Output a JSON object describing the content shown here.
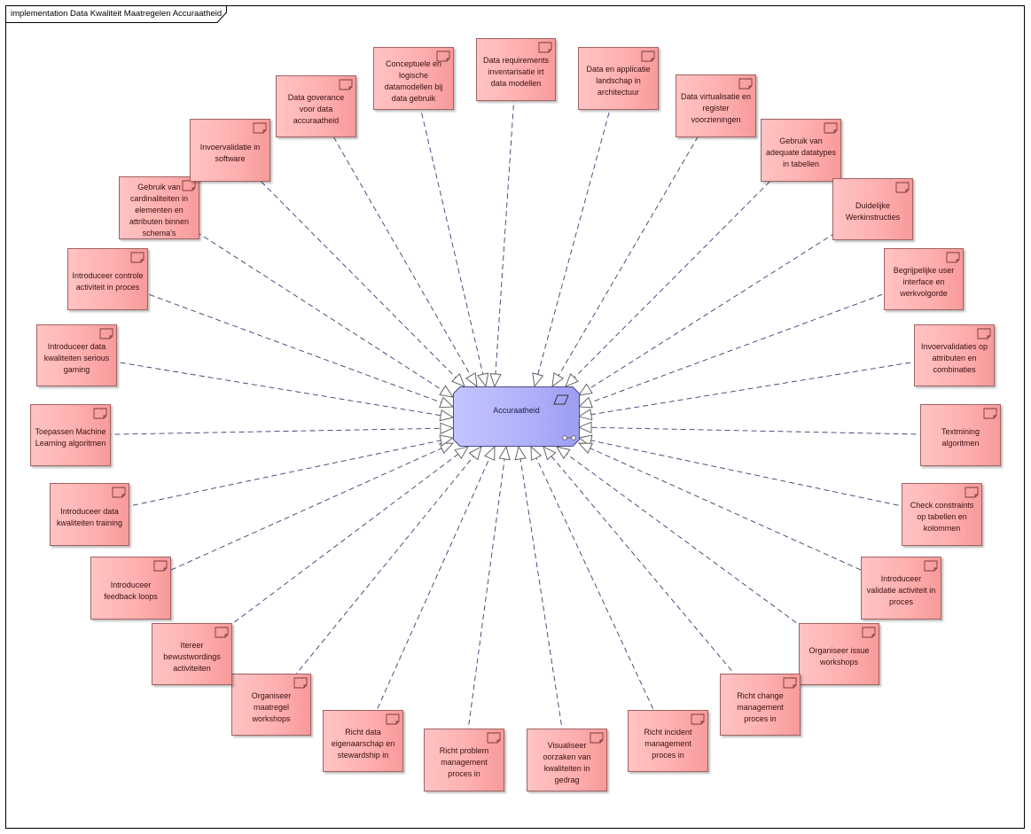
{
  "diagram": {
    "title": "implementation Data Kwaliteit Maatregelen Accuraatheid"
  },
  "center": {
    "label": "Accuraatheid",
    "fill": "#b2b2fb",
    "icon": "requirement-parallelogram-icon"
  },
  "requirement_fill": "#ffb0b0",
  "line_color": "#3c3c72",
  "requirements": [
    {
      "id": "data-governance",
      "label": "Data goverance voor data accuraatheid"
    },
    {
      "id": "conceptuele-logische-datamodellen",
      "label": "Conceptuele en logische datamodellen bij data gebruik"
    },
    {
      "id": "data-requirements-inventarisatie",
      "label": "Data requirements inventarisatie irt data modellen"
    },
    {
      "id": "data-applicatie-landschap",
      "label": "Data en applicatie landschap in architectuur"
    },
    {
      "id": "data-virtualisatie",
      "label": "Data virtualisatie en register voorzieningen"
    },
    {
      "id": "adequate-datatypes",
      "label": "Gebruik van adequate datatypes in tabellen"
    },
    {
      "id": "duidelijke-werkinstructies",
      "label": "Duidelijke Werkinstructies"
    },
    {
      "id": "begrijpelijke-user-interface",
      "label": "Begrijpelijke user interface en werkvolgorde"
    },
    {
      "id": "invoervalidaties-attributen",
      "label": "Invoervalidaties op attributen en combinaties"
    },
    {
      "id": "textmining-algoritmen",
      "label": "Textmining algoritmen"
    },
    {
      "id": "check-constraints",
      "label": "Check constraints op tabellen en kolommen"
    },
    {
      "id": "introduceer-validatie-activiteit",
      "label": "Introduceer validatie activiteit in proces"
    },
    {
      "id": "organiseer-issue-workshops",
      "label": "Organiseer issue workshops"
    },
    {
      "id": "richt-change-management",
      "label": "Richt change management proces in"
    },
    {
      "id": "richt-incident-management",
      "label": "Richt incident management proces in"
    },
    {
      "id": "visualiseer-oorzaken",
      "label": "Visualiseer oorzaken van kwaliteiten in gedrag"
    },
    {
      "id": "richt-problem-management",
      "label": "Richt problem management proces in"
    },
    {
      "id": "richt-data-eigenaarschap",
      "label": "Richt data eigenaarschap en stewardship in"
    },
    {
      "id": "organiseer-maatregel-workshops",
      "label": "Organiseer maatregel workshops"
    },
    {
      "id": "itereer-bewustwordings",
      "label": "Itereer bewustwordings activiteiten"
    },
    {
      "id": "introduceer-feedback-loops",
      "label": "Introduceer feedback loops"
    },
    {
      "id": "introduceer-data-kwaliteiten-training",
      "label": "Introduceer data kwaliteiten training"
    },
    {
      "id": "toepassen-machine-learning",
      "label": "Toepassen Machine Learning algoritmen"
    },
    {
      "id": "introduceer-serious-gaming",
      "label": "Introduceer data kwaliteiten serious gaming"
    },
    {
      "id": "introduceer-controle-activiteit",
      "label": "Introduceer controle activiteit in proces"
    },
    {
      "id": "gebruik-cardinaliteiten",
      "label": "Gebruik van cardinaliteiten in elementen en attributen binnen schema's"
    },
    {
      "id": "invoervalidatie-software",
      "label": "Invoervalidatie in software"
    }
  ]
}
